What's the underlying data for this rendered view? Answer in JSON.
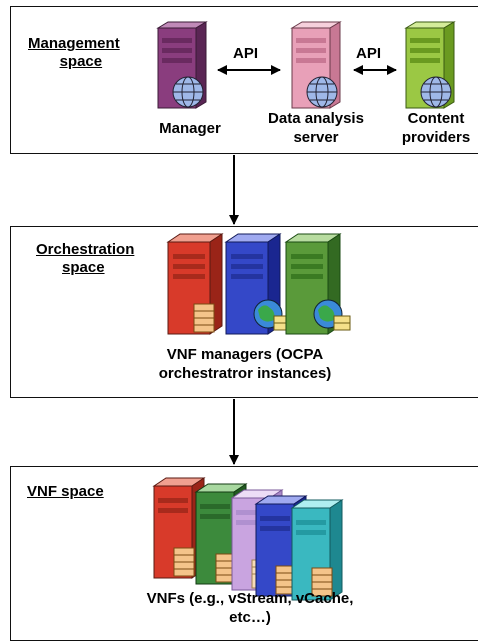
{
  "management": {
    "title_line1": "Management",
    "title_line2": "space",
    "api_left": "API",
    "api_right": "API",
    "manager_label": "Manager",
    "das_line1": "Data analysis",
    "das_line2": "server",
    "cp_line1": "Content",
    "cp_line2": "providers"
  },
  "orchestration": {
    "title_line1": "Orchestration",
    "title_line2": "space",
    "caption_line1": "VNF managers (OCPA",
    "caption_line2": "orchestratror instances)"
  },
  "vnf": {
    "title": "VNF space",
    "caption_line1": "VNFs (e.g., vStream, vCache,",
    "caption_line2": "etc…)"
  },
  "icons": {
    "manager": "server-globe-icon",
    "data_analysis": "server-globe-icon",
    "content_providers": "server-globe-icon",
    "vnf_manager": "server-globe-package-icon",
    "vnf": "server-stack-icon"
  },
  "colors": {
    "manager_server": "#8a3d7e",
    "das_server": "#e8a0b8",
    "cp_server": "#9bc844",
    "orch_red": "#d83a2a",
    "orch_blue": "#3448c8",
    "orch_green": "#5a9a3a",
    "vnf_red": "#d83a2a",
    "vnf_green": "#3c8a3c",
    "vnf_lavender": "#c9a4e0",
    "vnf_blue": "#3448c8",
    "vnf_teal": "#3ab8c0"
  }
}
